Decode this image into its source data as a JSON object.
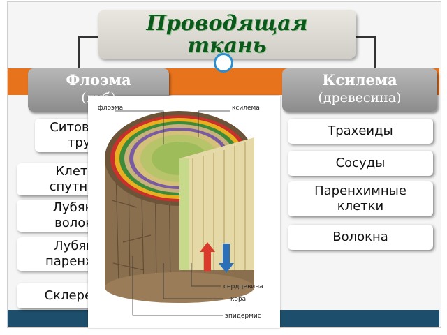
{
  "title": "Проводящая ткань",
  "phloem": {
    "title": "Флоэма",
    "subtitle": "(луб)",
    "items": [
      [
        "Ситовидные",
        "трубки"
      ],
      [
        "Клетки-",
        "спутницы"
      ],
      [
        "Лубяные",
        "волокна"
      ],
      [
        "Лубяная",
        "паренхима"
      ],
      [
        "Склереиды"
      ]
    ]
  },
  "xylem": {
    "title": "Ксилема",
    "subtitle": "(древесина)",
    "items": [
      [
        "Трахеиды"
      ],
      [
        "Сосуды"
      ],
      [
        "Паренхимные",
        "клетки"
      ],
      [
        "Волокна"
      ]
    ]
  },
  "figure_labels": {
    "phloem": "флоэма",
    "xylem": "ксилема",
    "heartwood": "сердцевина",
    "bark": "кора",
    "epidermis": "эпидермис"
  },
  "colors": {
    "accent_orange": "#e8731d",
    "footer_blue": "#1d4e6b",
    "title_green": "#0a5a1c",
    "circle_blue": "#2b8fcf"
  }
}
